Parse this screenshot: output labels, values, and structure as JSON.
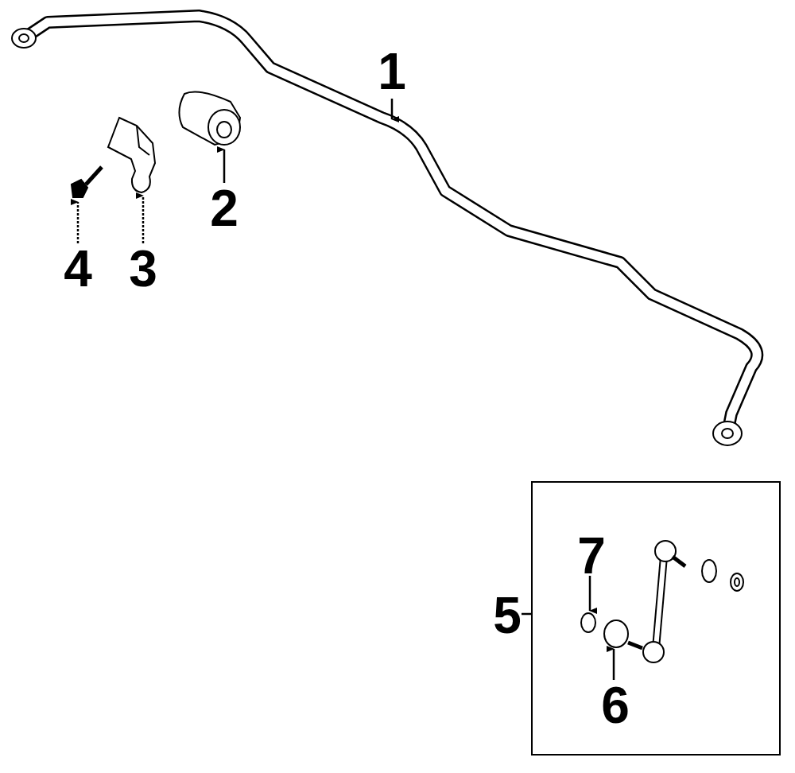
{
  "diagram": {
    "nodes": [
      {
        "text": [
          "5",
          "7",
          "6"
        ]
      }
    ],
    "labels": [
      "1",
      "2",
      "4",
      "3"
    ]
  }
}
